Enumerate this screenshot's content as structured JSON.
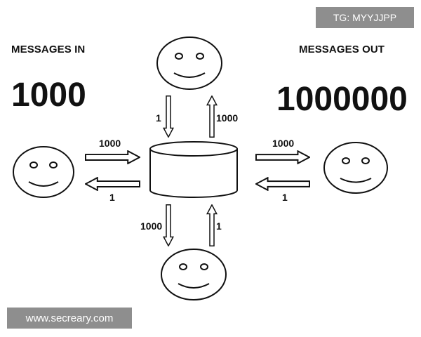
{
  "diagram": {
    "messages_in_label": "MESSAGES IN",
    "messages_in_count": "1000",
    "messages_out_label": "MESSAGES OUT",
    "messages_out_count": "1000000",
    "top_down_label": "1",
    "top_up_label": "1000",
    "left_right_label": "1000",
    "left_left_label": "1",
    "right_right_label": "1000",
    "right_left_label": "1",
    "bottom_down_label": "1000",
    "bottom_up_label": "1"
  },
  "watermarks": {
    "top_right": "TG: MYYJJPP",
    "bottom_left": "www.secreary.com"
  },
  "colors": {
    "ink": "#111111",
    "background": "#ffffff",
    "watermark_bg": "#8e8e8e",
    "watermark_text": "#ffffff"
  }
}
